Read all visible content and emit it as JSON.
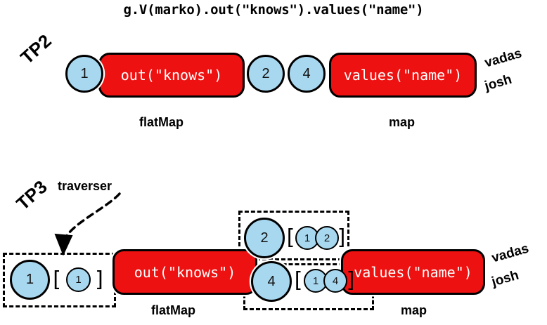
{
  "title": "g.V(marko).out(\"knows\").values(\"name\")",
  "colors": {
    "step_fill": "#ee1111",
    "circle_fill": "#a8d8f0",
    "outline": "#000000",
    "step_text": "#ffffff",
    "background": "#ffffff"
  },
  "rows": [
    {
      "id": "tp2",
      "label": "TP2",
      "steps": [
        {
          "name": "out-knows-step",
          "text": "out(\"knows\")",
          "caption": "flatMap"
        },
        {
          "name": "values-name-step",
          "text": "values(\"name\")",
          "caption": "map"
        }
      ],
      "circles": [
        {
          "name": "vertex-1",
          "text": "1"
        },
        {
          "name": "vertex-2",
          "text": "2"
        },
        {
          "name": "vertex-4",
          "text": "4"
        }
      ],
      "results": [
        "vadas",
        "josh"
      ]
    },
    {
      "id": "tp3",
      "label": "TP3",
      "annotation": "traverser",
      "steps": [
        {
          "name": "out-knows-step",
          "text": "out(\"knows\")",
          "caption": "flatMap"
        },
        {
          "name": "values-name-step",
          "text": "values(\"name\")",
          "caption": "map"
        }
      ],
      "traversers": [
        {
          "name": "traverser-input",
          "object": "1",
          "bracket_open": "[",
          "path": [
            "1"
          ],
          "bracket_close": "]"
        },
        {
          "name": "traverser-branch-2",
          "object": "2",
          "bracket_open": "[",
          "path": [
            "1",
            "2"
          ],
          "bracket_close": "]"
        },
        {
          "name": "traverser-branch-4",
          "object": "4",
          "bracket_open": "[",
          "path": [
            "1",
            "4"
          ],
          "bracket_close": "]"
        }
      ],
      "results": [
        "vadas",
        "josh"
      ]
    }
  ]
}
